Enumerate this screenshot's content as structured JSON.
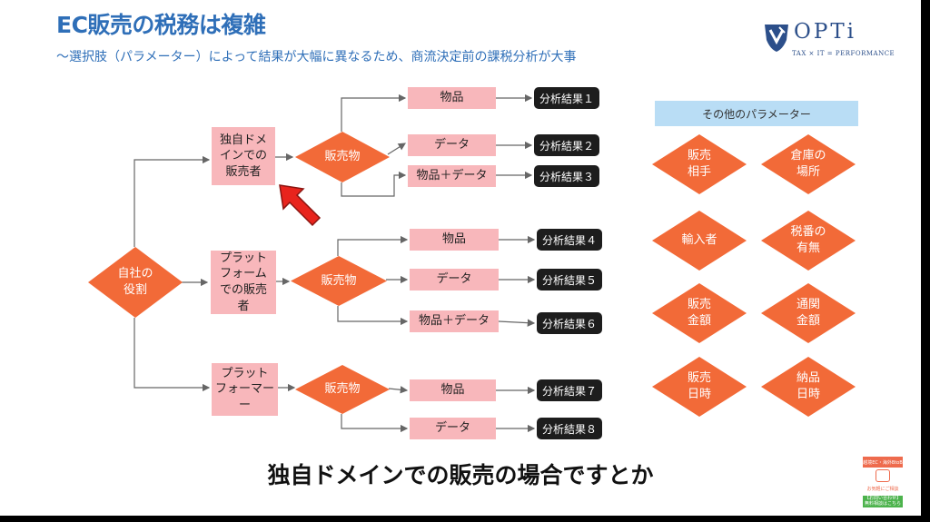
{
  "slide": {
    "title": "EC販売の税務は複雑",
    "subtitle": "〜選択肢（パラメーター）によって結果が大幅に異なるため、商流決定前の課税分析が大事"
  },
  "logo": {
    "word": "OPTi",
    "tagline": "TAX × IT = PERFORMANCE"
  },
  "diagram": {
    "root": "自社の\n役割",
    "roles": [
      {
        "label": "独自ドメ\nインでの\n販売者",
        "decision": "販売物",
        "items": [
          "物品",
          "データ",
          "物品＋データ"
        ],
        "results": [
          "分析結果１",
          "分析結果２",
          "分析結果３"
        ]
      },
      {
        "label": "プラット\nフォーム\nでの販売\n者",
        "decision": "販売物",
        "items": [
          "物品",
          "データ",
          "物品＋データ"
        ],
        "results": [
          "分析結果４",
          "分析結果５",
          "分析結果６"
        ]
      },
      {
        "label": "プラット\nフォーマー\nー",
        "decision": "販売物",
        "items": [
          "物品",
          "データ"
        ],
        "results": [
          "分析結果７",
          "分析結果８"
        ]
      }
    ]
  },
  "parameters": {
    "header": "その他のパラメーター",
    "items": [
      "販売\n相手",
      "倉庫の\n場所",
      "輸入者",
      "税番の\n有無",
      "販売\n金額",
      "通関\n金額",
      "販売\n日時",
      "納品\n日時"
    ]
  },
  "caption": "独自ドメインでの販売の場合ですとか",
  "corner_widget": {
    "top": "越境EC・海外BtoB",
    "middle": "お気軽にご相談",
    "bottom_line1": "【お問い合わせ】",
    "bottom_line2": "無料相談はこちら"
  },
  "colors": {
    "title": "#2f6fb8",
    "pink_box": "#f8b7bb",
    "orange_diamond": "#f26a38",
    "result_box": "#1d1d1d",
    "param_header": "#b9ddf5",
    "arrow": "#e8241d"
  },
  "icons": {
    "pointer_arrow": "red-arrow-icon",
    "logo_mark": "opti-shield-icon"
  }
}
